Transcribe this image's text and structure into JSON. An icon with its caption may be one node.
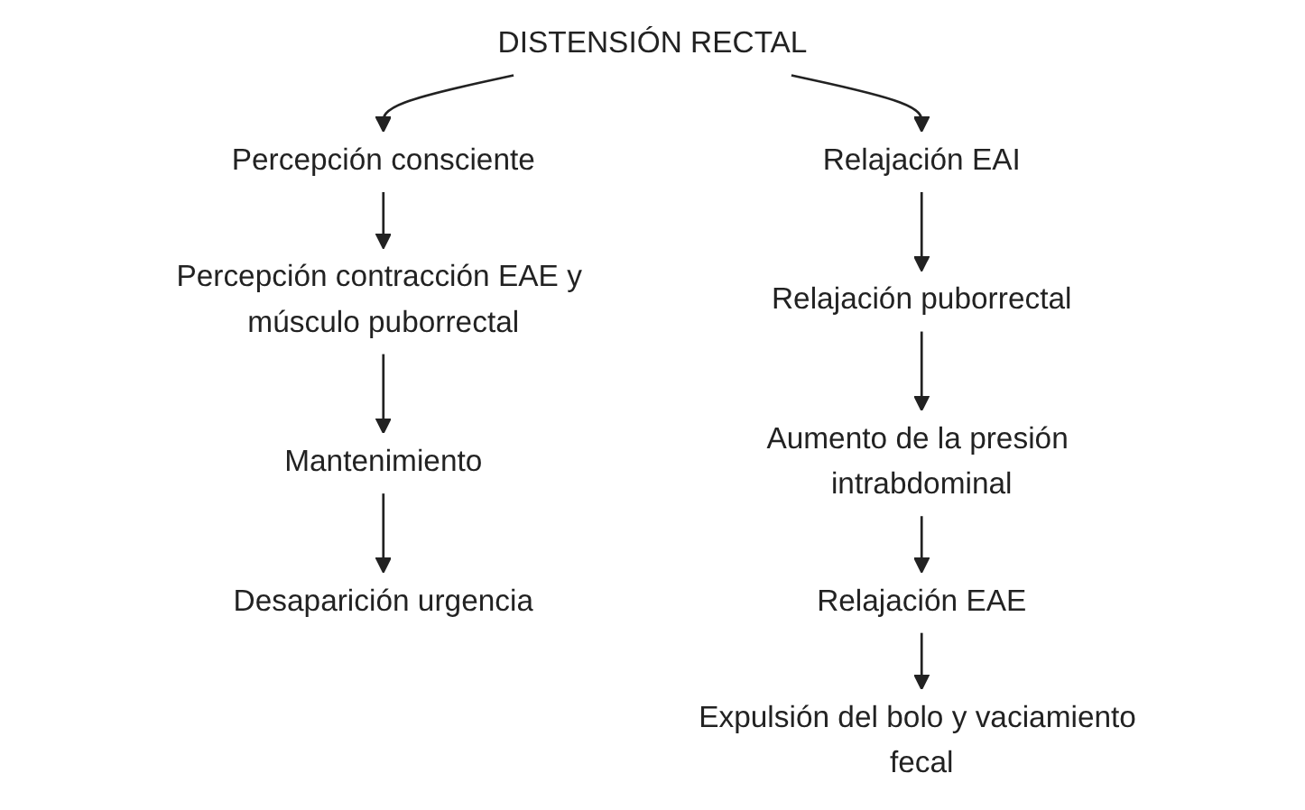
{
  "diagram": {
    "nodes": [
      {
        "text": [
          "DISTENSIÓN RECTAL"
        ]
      },
      {
        "text": [
          "Percepción consciente"
        ]
      },
      {
        "text": [
          "Percepción contracción EAE y músculo puborrectal"
        ]
      },
      {
        "text": [
          "Mantenimiento"
        ]
      },
      {
        "text": [
          "Desaparición urgencia"
        ]
      },
      {
        "text": [
          "Relajación EAI"
        ]
      },
      {
        "text": [
          "Relajación puborrectal"
        ]
      },
      {
        "text": [
          "Aumento de la presión intrabdominal"
        ]
      },
      {
        "text": [
          "Relajación EAE"
        ]
      },
      {
        "text": [
          "Expulsión del bolo y vaciamiento fecal"
        ]
      }
    ],
    "edges": [
      {
        "from": 0,
        "to": 1,
        "arrow": "to"
      },
      {
        "from": 0,
        "to": 5,
        "arrow": "to"
      },
      {
        "from": 1,
        "to": 2,
        "arrow": "to"
      },
      {
        "from": 2,
        "to": 3,
        "arrow": "to"
      },
      {
        "from": 3,
        "to": 4,
        "arrow": "to"
      },
      {
        "from": 5,
        "to": 6,
        "arrow": "to"
      },
      {
        "from": 6,
        "to": 7,
        "arrow": "to"
      },
      {
        "from": 7,
        "to": 8,
        "arrow": "to"
      },
      {
        "from": 8,
        "to": 9,
        "arrow": "to"
      }
    ]
  }
}
